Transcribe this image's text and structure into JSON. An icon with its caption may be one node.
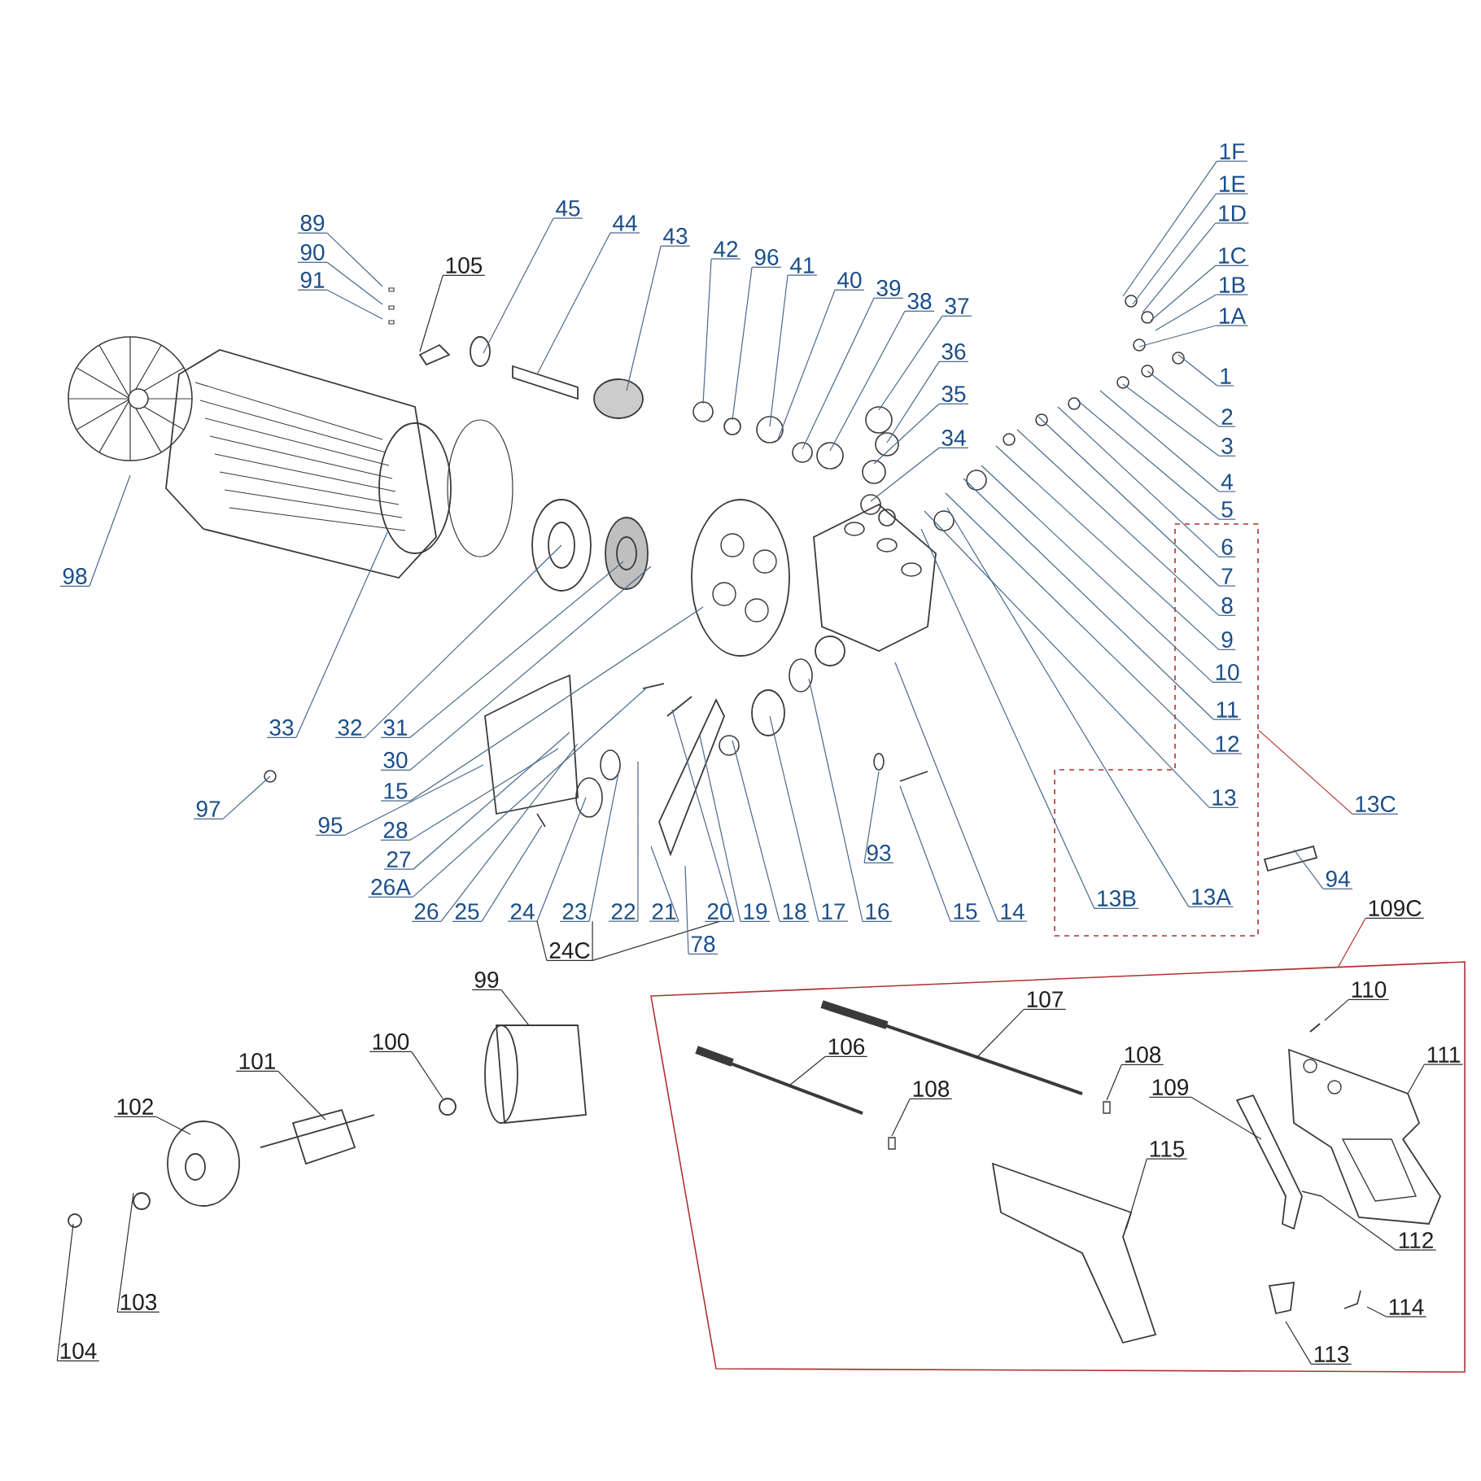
{
  "diagram": {
    "nodes": [
      {
        "text": [
          "89"
        ]
      },
      {
        "text": [
          "90"
        ]
      },
      {
        "text": [
          "91"
        ]
      },
      {
        "text": [
          "105"
        ]
      },
      {
        "text": [
          "45"
        ]
      },
      {
        "text": [
          "44"
        ]
      },
      {
        "text": [
          "43"
        ]
      },
      {
        "text": [
          "42"
        ]
      },
      {
        "text": [
          "96"
        ]
      },
      {
        "text": [
          "41"
        ]
      },
      {
        "text": [
          "40"
        ]
      },
      {
        "text": [
          "39"
        ]
      },
      {
        "text": [
          "38"
        ]
      },
      {
        "text": [
          "37"
        ]
      },
      {
        "text": [
          "36"
        ]
      },
      {
        "text": [
          "35"
        ]
      },
      {
        "text": [
          "34"
        ]
      },
      {
        "text": [
          "1F"
        ]
      },
      {
        "text": [
          "1E"
        ]
      },
      {
        "text": [
          "1D"
        ]
      },
      {
        "text": [
          "1C"
        ]
      },
      {
        "text": [
          "1B"
        ]
      },
      {
        "text": [
          "1A"
        ]
      },
      {
        "text": [
          "1"
        ]
      },
      {
        "text": [
          "2"
        ]
      },
      {
        "text": [
          "3"
        ]
      },
      {
        "text": [
          "4"
        ]
      },
      {
        "text": [
          "5"
        ]
      },
      {
        "text": [],
        "shape": "box"
      },
      {
        "text": [
          "6"
        ],
        "in": 28
      },
      {
        "text": [
          "7"
        ],
        "in": 28
      },
      {
        "text": [
          "8"
        ],
        "in": 28
      },
      {
        "text": [
          "9"
        ],
        "in": 28
      },
      {
        "text": [
          "10"
        ],
        "in": 28
      },
      {
        "text": [
          "11"
        ],
        "in": 28
      },
      {
        "text": [
          "12"
        ],
        "in": 28
      },
      {
        "text": [
          "13"
        ],
        "in": 28
      },
      {
        "text": [
          "13B"
        ],
        "in": 28
      },
      {
        "text": [
          "13A"
        ],
        "in": 28
      },
      {
        "text": [
          "13C"
        ]
      },
      {
        "text": [
          "98"
        ]
      },
      {
        "text": [
          "33"
        ]
      },
      {
        "text": [
          "32"
        ]
      },
      {
        "text": [
          "31"
        ]
      },
      {
        "text": [
          "30"
        ]
      },
      {
        "text": [
          "15"
        ]
      },
      {
        "text": [
          "95"
        ]
      },
      {
        "text": [
          "28"
        ]
      },
      {
        "text": [
          "27"
        ]
      },
      {
        "text": [
          "26A"
        ]
      },
      {
        "text": [
          "26"
        ]
      },
      {
        "text": [
          "25"
        ]
      },
      {
        "text": [
          "24"
        ]
      },
      {
        "text": [
          "23"
        ]
      },
      {
        "text": [
          "22"
        ]
      },
      {
        "text": [
          "21"
        ]
      },
      {
        "text": [
          "20"
        ]
      },
      {
        "text": [
          "19"
        ]
      },
      {
        "text": [
          "18"
        ]
      },
      {
        "text": [
          "17"
        ]
      },
      {
        "text": [
          "16"
        ]
      },
      {
        "text": [
          "15"
        ]
      },
      {
        "text": [
          "14"
        ]
      },
      {
        "text": [
          "93"
        ]
      },
      {
        "text": [
          "97"
        ]
      },
      {
        "text": [
          "94"
        ]
      },
      {
        "text": [
          "24C"
        ]
      },
      {
        "text": [
          "78"
        ]
      },
      {
        "text": [
          "109C"
        ]
      },
      {
        "text": [
          "99"
        ]
      },
      {
        "text": [
          "100"
        ]
      },
      {
        "text": [
          "101"
        ]
      },
      {
        "text": [
          "102"
        ]
      },
      {
        "text": [
          "103"
        ]
      },
      {
        "text": [
          "104"
        ]
      },
      {
        "text": [],
        "shape": "box"
      },
      {
        "text": [
          "107"
        ],
        "in": 75
      },
      {
        "text": [
          "106"
        ],
        "in": 75
      },
      {
        "text": [
          "108"
        ],
        "in": 75
      },
      {
        "text": [
          "108"
        ],
        "in": 75
      },
      {
        "text": [
          "110"
        ],
        "in": 75
      },
      {
        "text": [
          "111"
        ],
        "in": 75
      },
      {
        "text": [
          "109"
        ],
        "in": 75
      },
      {
        "text": [
          "115"
        ],
        "in": 75
      },
      {
        "text": [
          "112"
        ],
        "in": 75
      },
      {
        "text": [
          "114"
        ],
        "in": 75
      },
      {
        "text": [
          "113"
        ],
        "in": 75
      }
    ],
    "edges": [
      {
        "from": 0,
        "to": null,
        "arrow": "none"
      },
      {
        "from": 1,
        "to": null,
        "arrow": "none"
      },
      {
        "from": 2,
        "to": null,
        "arrow": "none"
      },
      {
        "from": 3,
        "to": null,
        "arrow": "none"
      },
      {
        "from": 4,
        "to": null,
        "arrow": "none"
      },
      {
        "from": 5,
        "to": null,
        "arrow": "none"
      },
      {
        "from": 6,
        "to": null,
        "arrow": "none"
      },
      {
        "from": 7,
        "to": null,
        "arrow": "none"
      },
      {
        "from": 8,
        "to": null,
        "arrow": "none"
      },
      {
        "from": 9,
        "to": null,
        "arrow": "none"
      },
      {
        "from": 10,
        "to": null,
        "arrow": "none"
      },
      {
        "from": 11,
        "to": null,
        "arrow": "none"
      },
      {
        "from": 12,
        "to": null,
        "arrow": "none"
      },
      {
        "from": 13,
        "to": null,
        "arrow": "none"
      },
      {
        "from": 14,
        "to": null,
        "arrow": "none"
      },
      {
        "from": 15,
        "to": null,
        "arrow": "none"
      },
      {
        "from": 16,
        "to": null,
        "arrow": "none"
      },
      {
        "from": 17,
        "to": null,
        "arrow": "none"
      },
      {
        "from": 18,
        "to": null,
        "arrow": "none"
      },
      {
        "from": 19,
        "to": null,
        "arrow": "none"
      },
      {
        "from": 20,
        "to": null,
        "arrow": "none"
      },
      {
        "from": 21,
        "to": null,
        "arrow": "none"
      },
      {
        "from": 22,
        "to": null,
        "arrow": "none"
      },
      {
        "from": 23,
        "to": null,
        "arrow": "none"
      },
      {
        "from": 24,
        "to": null,
        "arrow": "none"
      },
      {
        "from": 25,
        "to": null,
        "arrow": "none"
      },
      {
        "from": 26,
        "to": null,
        "arrow": "none"
      },
      {
        "from": 27,
        "to": null,
        "arrow": "none"
      },
      {
        "from": 29,
        "to": null,
        "arrow": "none"
      },
      {
        "from": 30,
        "to": null,
        "arrow": "none"
      },
      {
        "from": 31,
        "to": null,
        "arrow": "none"
      },
      {
        "from": 32,
        "to": null,
        "arrow": "none"
      },
      {
        "from": 33,
        "to": null,
        "arrow": "none"
      },
      {
        "from": 34,
        "to": null,
        "arrow": "none"
      },
      {
        "from": 35,
        "to": null,
        "arrow": "none"
      },
      {
        "from": 36,
        "to": null,
        "arrow": "none"
      },
      {
        "from": 37,
        "to": null,
        "arrow": "none"
      },
      {
        "from": 38,
        "to": null,
        "arrow": "none"
      },
      {
        "from": 39,
        "to": 28,
        "arrow": "none",
        "color": "#b03030"
      },
      {
        "from": 40,
        "to": null,
        "arrow": "none"
      },
      {
        "from": 41,
        "to": null,
        "arrow": "none"
      },
      {
        "from": 42,
        "to": null,
        "arrow": "none"
      },
      {
        "from": 43,
        "to": null,
        "arrow": "none"
      },
      {
        "from": 44,
        "to": null,
        "arrow": "none"
      },
      {
        "from": 45,
        "to": null,
        "arrow": "none"
      },
      {
        "from": 46,
        "to": null,
        "arrow": "none"
      },
      {
        "from": 47,
        "to": null,
        "arrow": "none"
      },
      {
        "from": 48,
        "to": null,
        "arrow": "none"
      },
      {
        "from": 49,
        "to": null,
        "arrow": "none"
      },
      {
        "from": 50,
        "to": null,
        "arrow": "none"
      },
      {
        "from": 51,
        "to": null,
        "arrow": "none"
      },
      {
        "from": 52,
        "to": null,
        "arrow": "none"
      },
      {
        "from": 53,
        "to": null,
        "arrow": "none"
      },
      {
        "from": 54,
        "to": null,
        "arrow": "none"
      },
      {
        "from": 55,
        "to": null,
        "arrow": "none"
      },
      {
        "from": 56,
        "to": null,
        "arrow": "none"
      },
      {
        "from": 57,
        "to": null,
        "arrow": "none"
      },
      {
        "from": 58,
        "to": null,
        "arrow": "none"
      },
      {
        "from": 59,
        "to": null,
        "arrow": "none"
      },
      {
        "from": 60,
        "to": null,
        "arrow": "none"
      },
      {
        "from": 61,
        "to": null,
        "arrow": "none"
      },
      {
        "from": 62,
        "to": null,
        "arrow": "none"
      },
      {
        "from": 63,
        "to": null,
        "arrow": "none"
      },
      {
        "from": 64,
        "to": null,
        "arrow": "none"
      },
      {
        "from": 65,
        "to": null,
        "arrow": "none"
      },
      {
        "from": 66,
        "to": 52,
        "arrow": "none"
      },
      {
        "from": 66,
        "to": 54,
        "arrow": "none"
      },
      {
        "from": 66,
        "to": 56,
        "arrow": "none"
      },
      {
        "from": 67,
        "to": null,
        "arrow": "none"
      },
      {
        "from": 68,
        "to": 75,
        "arrow": "none",
        "color": "#b03030"
      },
      {
        "from": 69,
        "to": null,
        "arrow": "none"
      },
      {
        "from": 70,
        "to": null,
        "arrow": "none"
      },
      {
        "from": 71,
        "to": null,
        "arrow": "none"
      },
      {
        "from": 72,
        "to": null,
        "arrow": "none"
      },
      {
        "from": 73,
        "to": null,
        "arrow": "none"
      },
      {
        "from": 74,
        "to": null,
        "arrow": "none"
      },
      {
        "from": 76,
        "to": null,
        "arrow": "none"
      },
      {
        "from": 77,
        "to": null,
        "arrow": "none"
      },
      {
        "from": 78,
        "to": null,
        "arrow": "none"
      },
      {
        "from": 79,
        "to": null,
        "arrow": "none"
      },
      {
        "from": 80,
        "to": null,
        "arrow": "none"
      },
      {
        "from": 81,
        "to": null,
        "arrow": "none"
      },
      {
        "from": 82,
        "to": null,
        "arrow": "none"
      },
      {
        "from": 83,
        "to": null,
        "arrow": "none"
      },
      {
        "from": 84,
        "to": null,
        "arrow": "none"
      },
      {
        "from": 85,
        "to": null,
        "arrow": "none"
      },
      {
        "from": 86,
        "to": null,
        "arrow": "none"
      }
    ]
  }
}
